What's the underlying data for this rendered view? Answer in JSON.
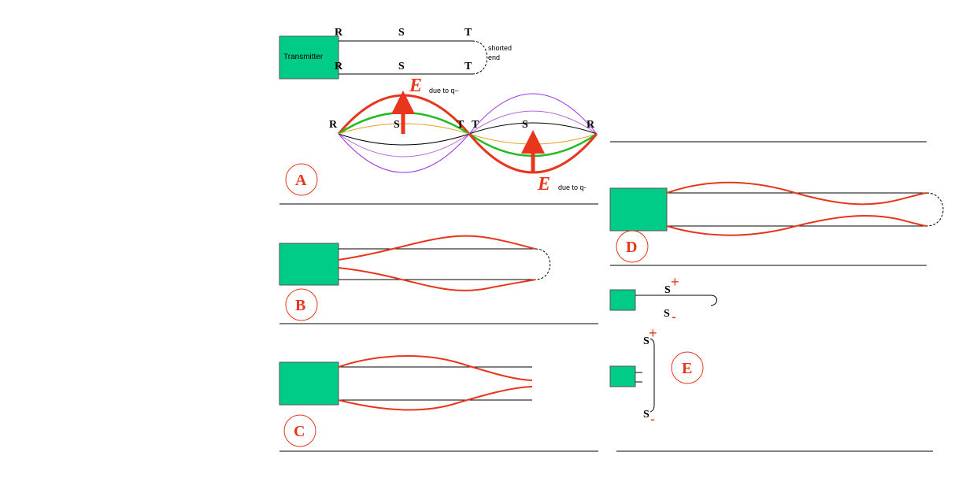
{
  "colors": {
    "transmitter": "#00cc88",
    "wave": "#e8361c",
    "green_wave": "#22bb22",
    "orange_wave": "#e8a020",
    "purple_wave": "#9933ee",
    "violet_wave": "#bb66dd",
    "line": "#000000"
  },
  "panel_a": {
    "transmitter_label": "Transmitter",
    "top_labels": [
      "R",
      "S",
      "T"
    ],
    "bottom_labels": [
      "R",
      "S",
      "T"
    ],
    "shorted_end_label_1": "shorted",
    "shorted_end_label_2": "end",
    "wave_labels": [
      "R",
      "S",
      "T",
      "T",
      "S",
      "R"
    ],
    "e_label_1": "E",
    "e_caption_1": "due to q−",
    "e_label_2": "E",
    "e_caption_2": "due to q-",
    "panel_label": "A"
  },
  "panel_b": {
    "panel_label": "B"
  },
  "panel_c": {
    "panel_label": "C"
  },
  "panel_d": {
    "panel_label": "D"
  },
  "panel_e": {
    "panel_label": "E",
    "s_label_1": "S",
    "s_label_2": "S",
    "s_label_3": "S",
    "s_label_4": "S",
    "plus": "+",
    "minus": "-"
  }
}
